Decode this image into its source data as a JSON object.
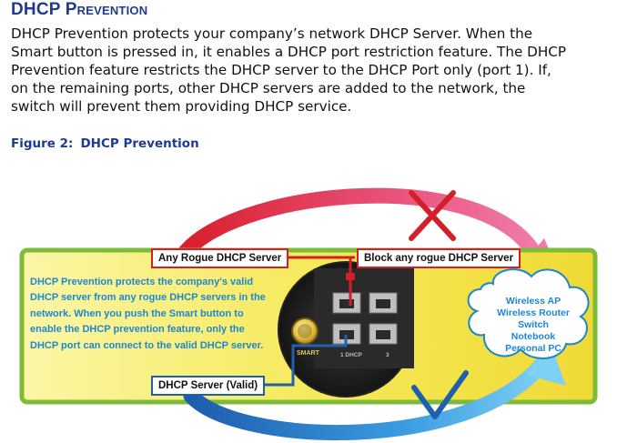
{
  "section": {
    "title": "DHCP Prevention"
  },
  "paragraph": [
    "DHCP Prevention protects your company’s network DHCP Server. When the",
    "Smart button is pressed in, it enables a DHCP port restriction feature. The DHCP",
    "Prevention feature restricts the DHCP server to the DHCP Port only (port 1). If,",
    "on the remaining ports, other DHCP servers are added to the network, the",
    "switch will prevent them providing DHCP service."
  ],
  "figure": {
    "label": "Figure 2:",
    "title": "DHCP Prevention"
  },
  "diagram": {
    "rogue_label": "Any Rogue DHCP Server",
    "block_label": "Block any rogue DHCP Server",
    "valid_label": "DHCP Server (Valid)",
    "description": [
      "DHCP Prevention protects the company's valid",
      "DHCP server from any rogue DHCP servers in the",
      "network. When you push the Smart button to",
      "enable the DHCP prevention feature, only the",
      "DHCP port can connect to the valid DHCP server."
    ],
    "cloud_items": [
      "Wireless AP",
      "Wireless Router",
      "Switch",
      "Notebook",
      "Personal PC"
    ],
    "smart_label": "SMART",
    "port1_label": "1 DHCP",
    "port3_label": "3",
    "colors": {
      "heading": "#1f3a93",
      "panel_border": "#7dbb3a",
      "panel_fill": "#f7ef7a",
      "rogue_red": "#d21f2a",
      "valid_blue": "#1f5fae",
      "text_blue": "#1d86d0"
    }
  }
}
